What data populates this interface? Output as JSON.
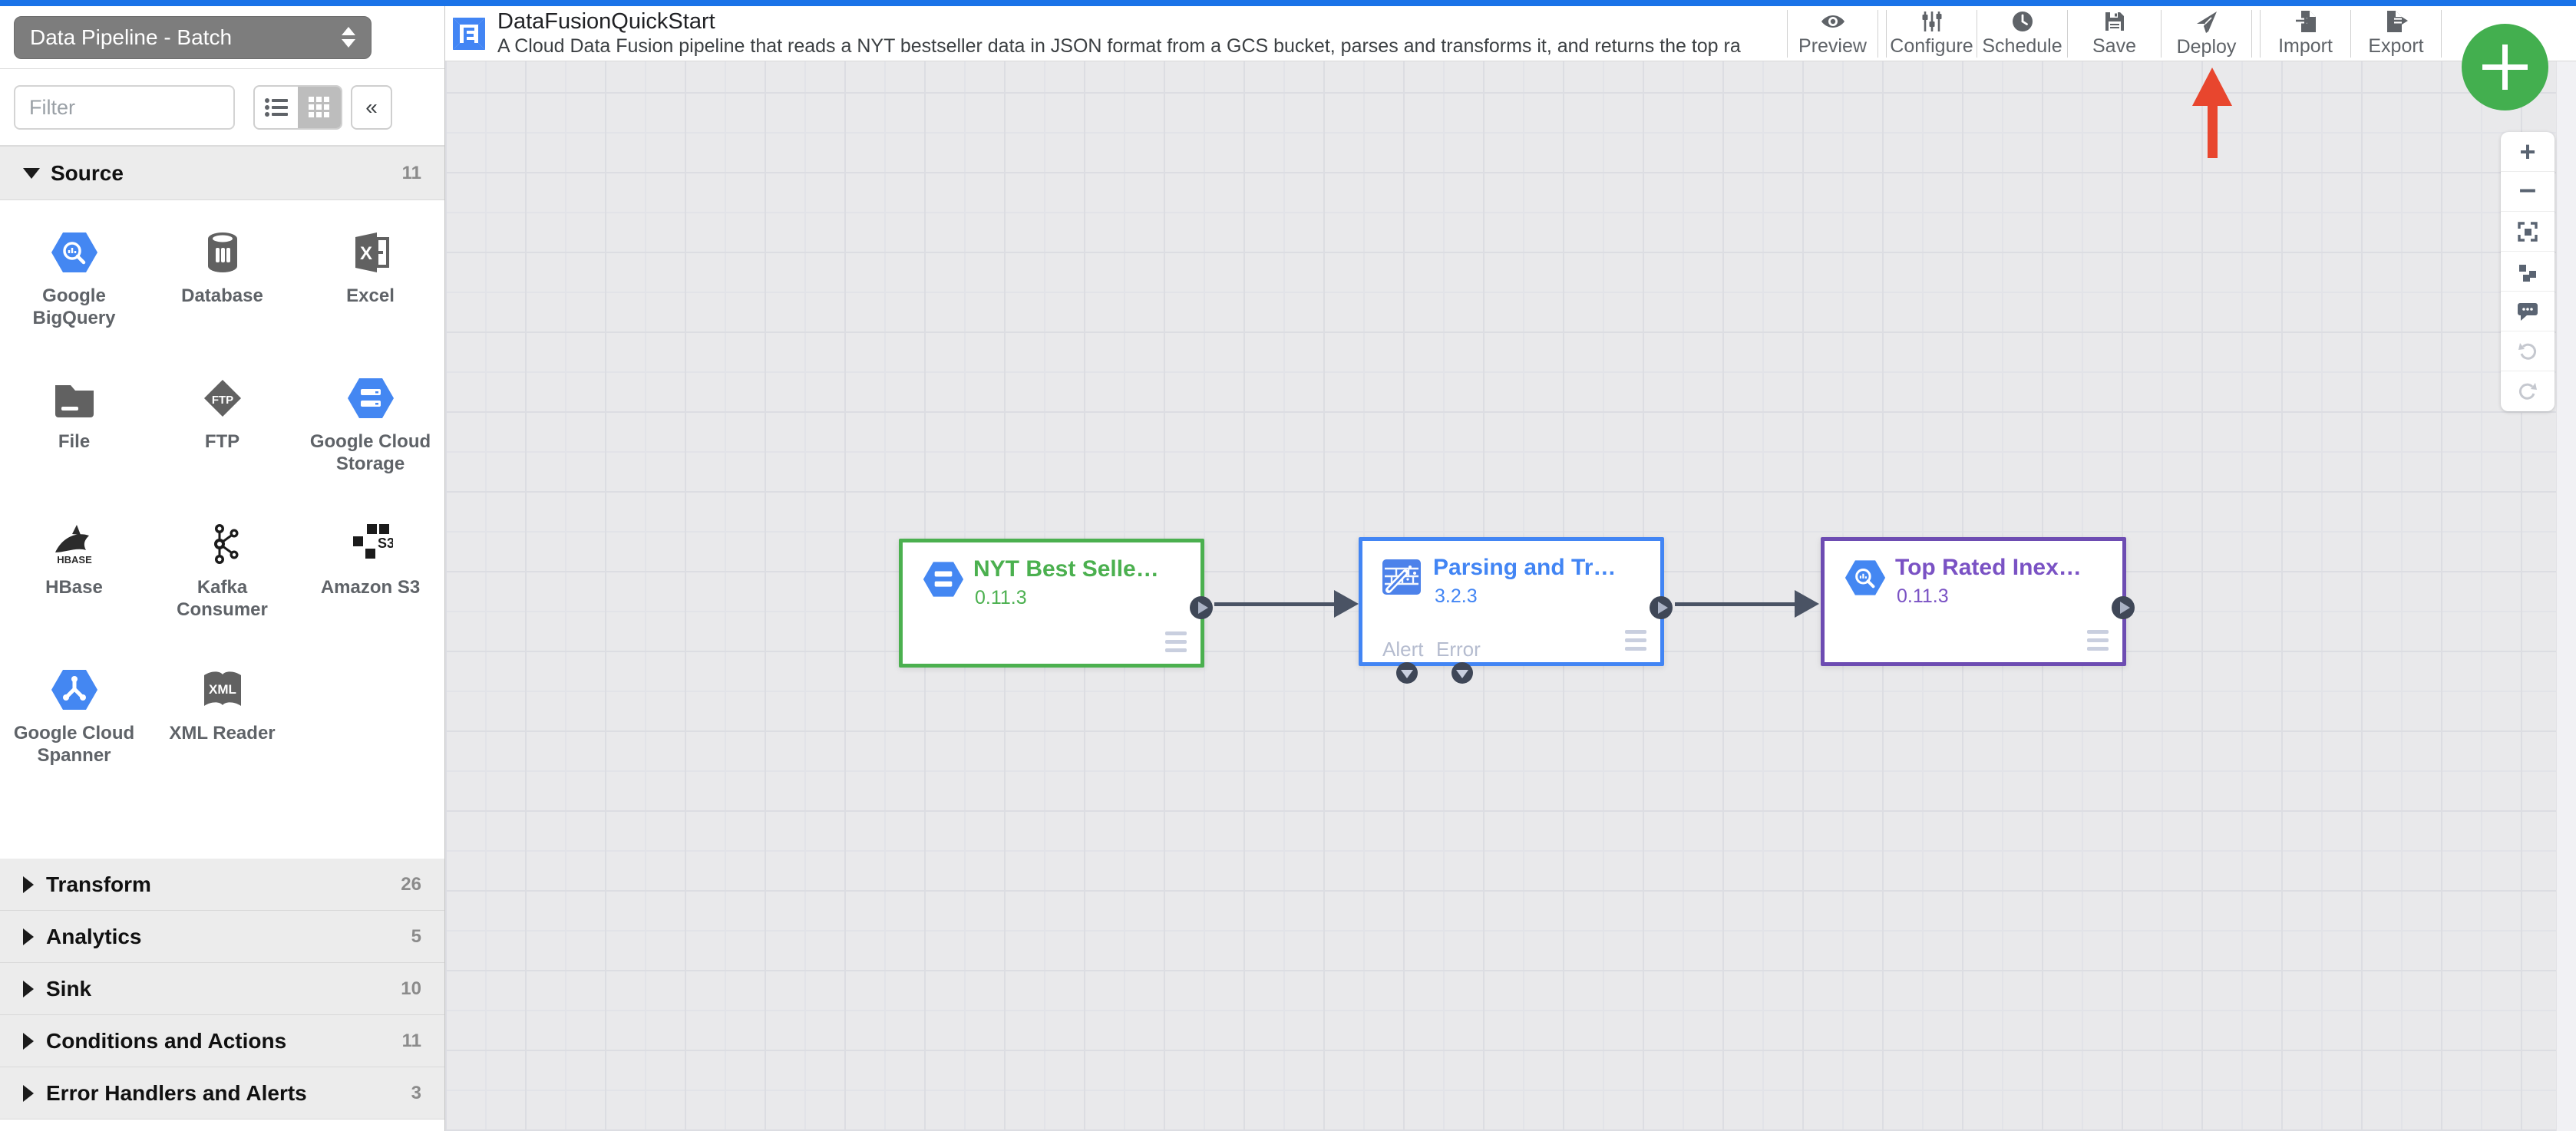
{
  "app": {
    "top_accent_color": "#1a73e8"
  },
  "sidebar": {
    "pipeline_type_label": "Data Pipeline - Batch",
    "filter_placeholder": "Filter",
    "collapse_icon": "«",
    "source_section": {
      "label": "Source",
      "count": "11"
    },
    "plugins": [
      {
        "label": "Google BigQuery",
        "icon": "bigquery-icon"
      },
      {
        "label": "Database",
        "icon": "database-icon"
      },
      {
        "label": "Excel",
        "icon": "excel-icon"
      },
      {
        "label": "File",
        "icon": "file-folder-icon"
      },
      {
        "label": "FTP",
        "icon": "ftp-icon"
      },
      {
        "label": "Google Cloud Storage",
        "icon": "cloud-storage-icon"
      },
      {
        "label": "HBase",
        "icon": "hbase-icon"
      },
      {
        "label": "Kafka Consumer",
        "icon": "kafka-icon"
      },
      {
        "label": "Amazon S3",
        "icon": "amazon-s3-icon"
      },
      {
        "label": "Google Cloud Spanner",
        "icon": "cloud-spanner-icon"
      },
      {
        "label": "XML Reader",
        "icon": "xml-reader-icon"
      }
    ],
    "sections": [
      {
        "label": "Transform",
        "count": "26"
      },
      {
        "label": "Analytics",
        "count": "5"
      },
      {
        "label": "Sink",
        "count": "10"
      },
      {
        "label": "Conditions and Actions",
        "count": "11"
      },
      {
        "label": "Error Handlers and Alerts",
        "count": "3"
      }
    ]
  },
  "header": {
    "title": "DataFusionQuickStart",
    "description": "A Cloud Data Fusion pipeline that reads a NYT bestseller data in JSON format from a GCS bucket, parses and transforms it, and returns the top rated book...",
    "toolbar": {
      "items": [
        {
          "label": "Preview",
          "icon": "eye-icon"
        },
        {
          "label": "Configure",
          "icon": "sliders-icon"
        },
        {
          "label": "Schedule",
          "icon": "clock-icon"
        },
        {
          "label": "Save",
          "icon": "floppy-icon"
        },
        {
          "label": "Deploy",
          "icon": "send-icon"
        },
        {
          "label": "Import",
          "icon": "import-icon"
        },
        {
          "label": "Export",
          "icon": "export-icon"
        }
      ]
    }
  },
  "canvas": {
    "nodes": [
      {
        "title": "NYT Best Selle…",
        "version": "0.11.3",
        "accent": "#4bb04f",
        "icon": "cloud-storage-icon"
      },
      {
        "title": "Parsing and Tr…",
        "version": "3.2.3",
        "accent": "#4285f4",
        "icon": "wrangler-icon",
        "ports": {
          "alert": "Alert",
          "error": "Error"
        }
      },
      {
        "title": "Top Rated Inex…",
        "version": "0.11.3",
        "accent": "#6d4cb2",
        "icon": "bigquery-icon"
      }
    ],
    "zoom_controls": [
      {
        "name": "zoom-in"
      },
      {
        "name": "zoom-out"
      },
      {
        "name": "fit-to-screen"
      },
      {
        "name": "auto-align"
      },
      {
        "name": "comments"
      },
      {
        "name": "undo"
      },
      {
        "name": "redo"
      }
    ],
    "annotation_arrow_color": "#e8462e"
  }
}
